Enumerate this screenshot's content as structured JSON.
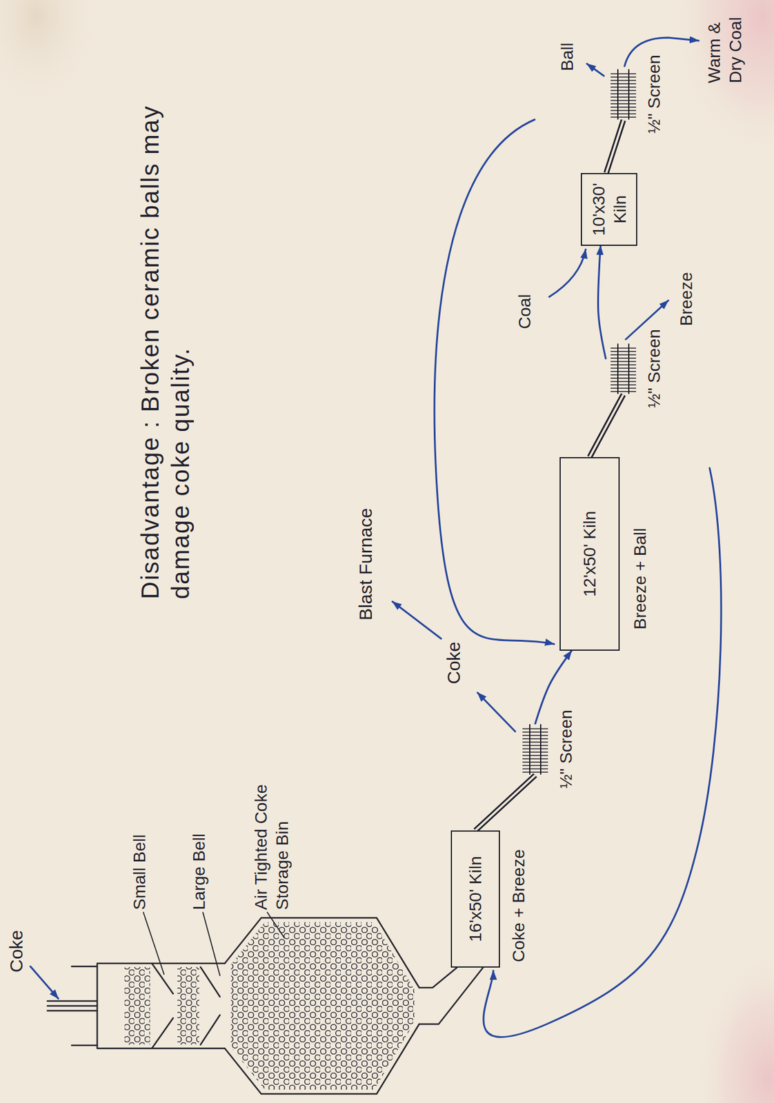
{
  "diagram": {
    "nodes": [
      {
        "text": [
          "16'x50' Kiln"
        ]
      },
      {
        "text": [
          "½\" Screen"
        ]
      },
      {
        "text": [
          "12'x50' Kiln"
        ]
      },
      {
        "text": [
          "½\" Screen"
        ]
      },
      {
        "text": [
          "10'x30' Kiln"
        ]
      },
      {
        "text": [
          "½\" Screen"
        ]
      }
    ],
    "edges": [
      {
        "from": 0,
        "to": 1,
        "arrow": "none"
      },
      {
        "from": 1,
        "to": 2,
        "arrow": "to"
      },
      {
        "from": 2,
        "to": 3,
        "arrow": "none"
      },
      {
        "from": 3,
        "to": 4,
        "arrow": "to"
      },
      {
        "from": 4,
        "to": 5,
        "arrow": "none"
      }
    ],
    "labels": [
      "Coke",
      "Small Bell",
      "Large Bell",
      "Air Tighted Coke Storage Bin",
      "Disadvantage : Broken ceramic balls may damage coke quality.",
      "Coke + Breeze",
      "Coke",
      "Blast Furnace",
      "Breeze + Ball",
      "Coal",
      "Breeze",
      "Ball",
      "Warm & Dry Coal"
    ]
  }
}
